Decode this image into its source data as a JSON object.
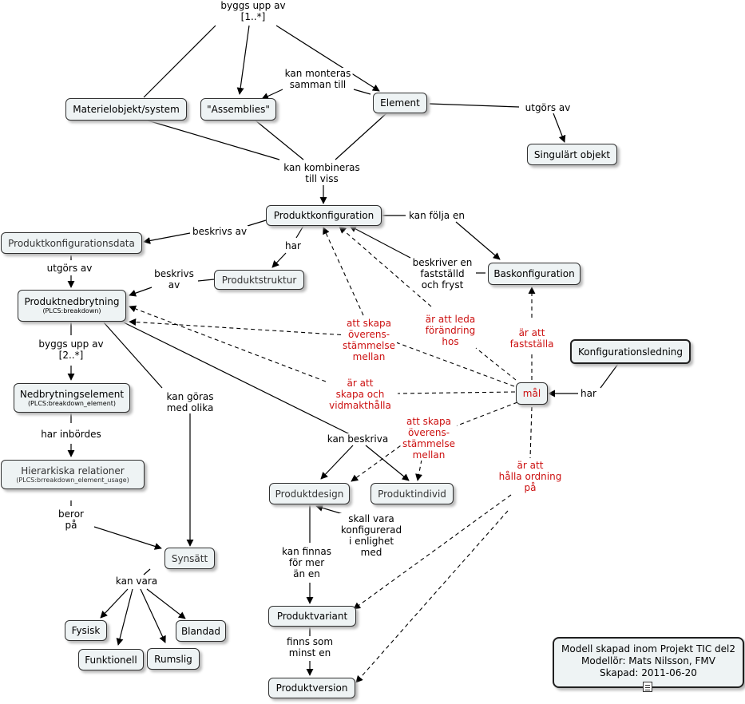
{
  "nodes": {
    "materielobjekt": "Materielobjekt/system",
    "assemblies": "\"Assemblies\"",
    "element": "Element",
    "singulart": "Singulärt objekt",
    "produktkonfiguration": "Produktkonfiguration",
    "produktkonfigurationsdata": "Produktkonfigurationsdata",
    "produktstruktur": "Produktstruktur",
    "produktnedbrytning": "Produktnedbrytning",
    "produktnedbrytning_sub": "(PLCS:breakdown)",
    "nedbrytningselement": "Nedbrytningselement",
    "nedbrytningselement_sub": "(PLCS:breakdown_element)",
    "hierarkiska": "Hierarkiska relationer",
    "hierarkiska_sub": "(PLCS:brreakdown_element_usage)",
    "synsatt": "Synsätt",
    "fysisk": "Fysisk",
    "funktionell": "Funktionell",
    "rumslig": "Rumslig",
    "blandad": "Blandad",
    "baskonfiguration": "Baskonfiguration",
    "konfigurationsledning": "Konfigurationsledning",
    "mal": "mål",
    "produktdesign": "Produktdesign",
    "produktindivid": "Produktindivid",
    "produktvariant": "Produktvariant",
    "produktversion": "Produktversion"
  },
  "labels": {
    "byggs_upp_av": [
      "byggs upp av",
      "[1..*]"
    ],
    "kan_monteras": [
      "kan monteras",
      "samman till"
    ],
    "utgors_av_top": [
      "utgörs av"
    ],
    "kan_kombineras": [
      "kan kombineras",
      "till viss"
    ],
    "beskrivs_av_1": [
      "beskrivs av"
    ],
    "har_1": [
      "har"
    ],
    "kan_folja_en": [
      "kan följa en"
    ],
    "utgors_av_left": [
      "utgörs av"
    ],
    "beskrivs_av_2": [
      "beskrivs",
      "av"
    ],
    "beskriver": [
      "beskriver en",
      "fastställd",
      "och fryst"
    ],
    "byggs_upp_av_2": [
      "byggs upp av",
      "[2..*]"
    ],
    "kan_goras": [
      "kan göras",
      "med olika"
    ],
    "har_inbordes": [
      "har inbördes"
    ],
    "beror_pa": [
      "beror",
      "på"
    ],
    "kan_vara": [
      "kan vara"
    ],
    "kan_beskriva": [
      "kan beskriva"
    ],
    "skall_vara": [
      "skall vara",
      "konfigurerad",
      "i enlighet",
      "med"
    ],
    "kan_finnas": [
      "kan finnas",
      "för mer",
      "än en"
    ],
    "finns_som": [
      "finns som",
      "minst en"
    ],
    "har_2": [
      "har"
    ],
    "ar_att_faststalla": [
      "är att",
      "fastställa"
    ],
    "ar_att_leda": [
      "är att leda",
      "förändring",
      "hos"
    ],
    "att_skapa_1": [
      "att skapa",
      "överens-",
      "stämmelse",
      "mellan"
    ],
    "ar_att_skapa_och": [
      "är att",
      "skapa och",
      "vidmakthålla"
    ],
    "att_skapa_2": [
      "att skapa",
      "överens-",
      "stämmelse",
      "mellan"
    ],
    "ar_att_halla": [
      "är att",
      "hålla ordning",
      "på"
    ]
  },
  "note": {
    "line1": "Modell skapad inom Projekt TIC del2",
    "line2": "Modellör: Mats Nilsson, FMV",
    "line3": "Skapad: 2011-06-20"
  },
  "colors": {
    "node_fill": "#eef3f4",
    "line": "#000000",
    "goal_text": "#cc1111"
  }
}
